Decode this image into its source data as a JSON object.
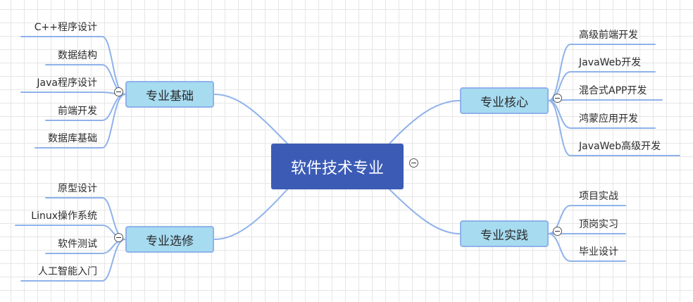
{
  "root": {
    "label": "软件技术专业"
  },
  "branches": {
    "foundation": {
      "label": "专业基础",
      "items": [
        "C++程序设计",
        "数据结构",
        "Java程序设计",
        "前端开发",
        "数据库基础"
      ]
    },
    "elective": {
      "label": "专业选修",
      "items": [
        "原型设计",
        "Linux操作系统",
        "软件测试",
        "人工智能入门"
      ]
    },
    "core": {
      "label": "专业核心",
      "items": [
        "高级前端开发",
        "JavaWeb开发",
        "混合式APP开发",
        "鸿蒙应用开发",
        "JavaWeb高级开发"
      ]
    },
    "practice": {
      "label": "专业实践",
      "items": [
        "项目实战",
        "顶岗实习",
        "毕业设计"
      ]
    }
  },
  "colors": {
    "root_fill": "#3b5bb5",
    "branch_fill": "#a6dbf0",
    "connector": "#8fb2ea",
    "grid": "#e6e6e6"
  },
  "icons": {
    "collapse": "minus-circle-icon"
  }
}
